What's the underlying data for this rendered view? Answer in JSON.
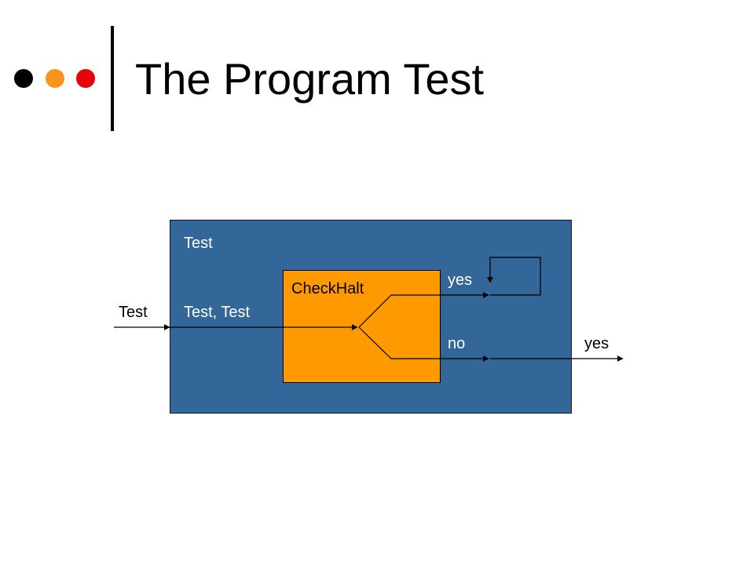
{
  "slide": {
    "title": "The Program Test",
    "bullet_colors": [
      "#000000",
      "#f7941d",
      "#e5000a"
    ]
  },
  "diagram": {
    "outer_label": "Test",
    "input_label": "Test",
    "inner_input_label": "Test, Test",
    "checker_label": "CheckHalt",
    "yes_branch_label": "yes",
    "no_branch_label": "no",
    "output_label": "yes",
    "colors": {
      "outer_fill": "#336699",
      "inner_fill": "#ff9900",
      "line": "#000000"
    }
  }
}
